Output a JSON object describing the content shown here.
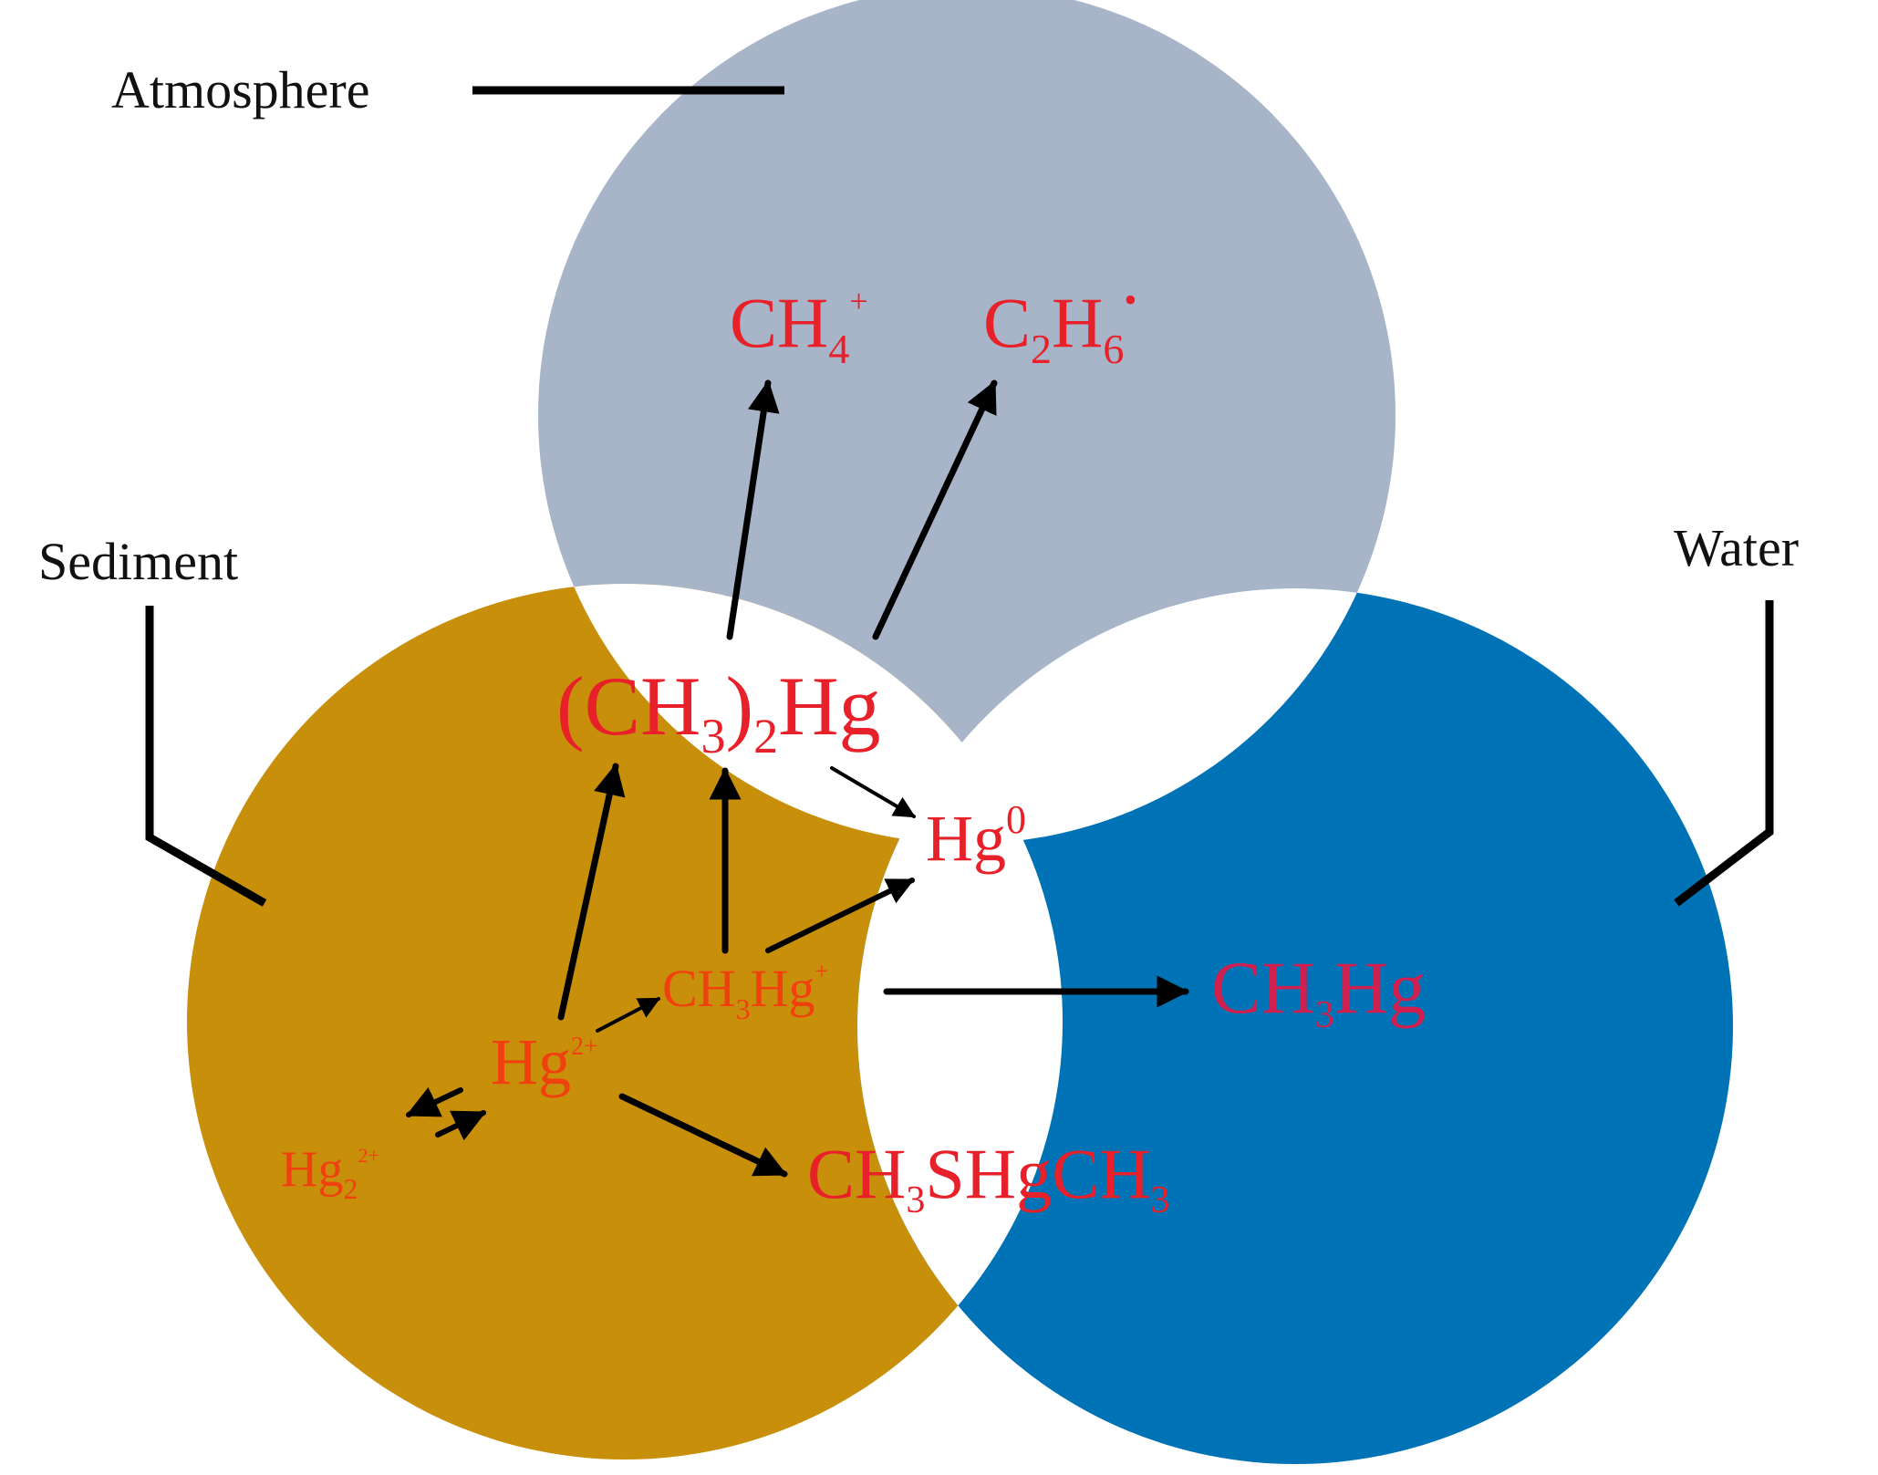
{
  "labels": {
    "atmosphere": "Atmosphere",
    "sediment": "Sediment",
    "water": "Water"
  },
  "species": {
    "ch4": {
      "base": "CH",
      "sub": "4",
      "sup": "+"
    },
    "c2h6": {
      "c": "C",
      "c_sub": "2",
      "h": "H",
      "h_sub": "6",
      "sup": "•"
    },
    "dimethylmercury": {
      "open": "(CH",
      "sub3": "3",
      "close": ")",
      "sub2": "2",
      "tail": "Hg"
    },
    "hg0": {
      "base": "Hg",
      "sup": "0"
    },
    "methylmercury_ion": {
      "base": "CH",
      "sub": "3",
      "tail": "Hg",
      "sup": "+"
    },
    "methylmercury_water": {
      "base": "CH",
      "sub": "3",
      "tail": "Hg"
    },
    "hg2plus": {
      "base": "Hg",
      "sup": "2+"
    },
    "hg2_2plus": {
      "base": "Hg",
      "sub": "2",
      "sup": "2+"
    },
    "dimethyl_sulfide_hg": {
      "a": "CH",
      "a_sub": "3",
      "b": "SHgCH",
      "b_sub": "3"
    }
  },
  "colors": {
    "atmosphere": "#a8b4c8",
    "sediment": "#c8900a",
    "water": "#0073b6",
    "species_red": "#e8202a",
    "species_orange": "#f04010",
    "species_crimson": "#cf2050",
    "arrow": "#000000"
  }
}
